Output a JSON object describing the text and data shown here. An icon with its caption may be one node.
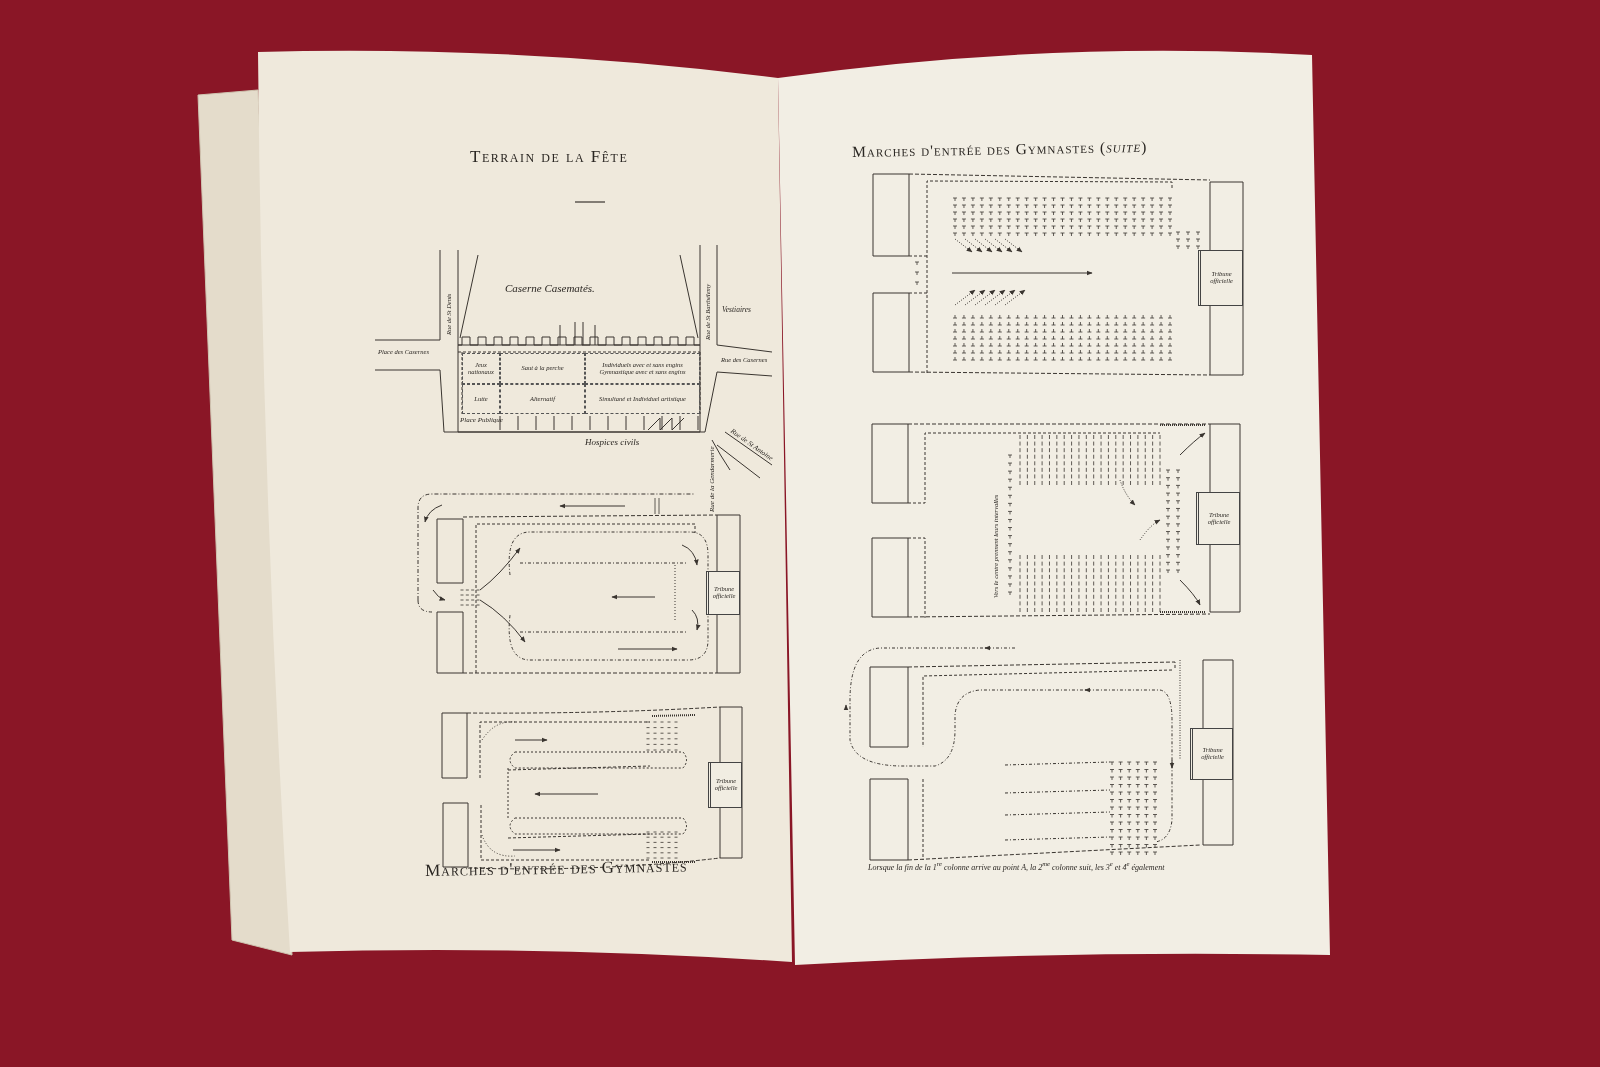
{
  "diagram": {
    "title": "Terrain de la Fête",
    "nodes": [
      {
        "text": [
          "Jeux nationaux"
        ]
      },
      {
        "text": [
          "Saut à la perche"
        ]
      },
      {
        "text": [
          "Individuels avec et sans engins",
          "Gymnastique avec et sans engins"
        ]
      },
      {
        "text": [
          "Lutte"
        ]
      },
      {
        "text": [
          "Alternatif"
        ]
      },
      {
        "text": [
          "Simultané et Individuel artistique"
        ]
      },
      {
        "text": [
          "Tribune officielle"
        ]
      },
      {
        "text": [
          "Tribune officielle"
        ]
      },
      {
        "text": [
          "Tribune officielle"
        ]
      },
      {
        "text": [
          "Tribune officielle"
        ]
      },
      {
        "text": [
          "Tribune officielle"
        ]
      }
    ],
    "labels": [
      "Marches d'entrée des Gymnastes",
      "Marches d'entrée des Gymnastes (*suite*)",
      "Caserne Casematés.",
      "Rue de St Denis",
      "Rue de St Barthélemy",
      "Vestiaires",
      "Place des Casernes",
      "Rue des Casernes",
      "Place Publique",
      "Hospices civils",
      "Rue de la Gendarmerie",
      "Rue de St Antoine",
      "Vers le centre prennent leurs intervalles",
      "Lorsque la fin de la 1$^{re}$ colonne arrive au point A, la 2$^{me}$ colonne suit, les 3$^{e}$ et 4$^{e}$ également"
    ]
  }
}
